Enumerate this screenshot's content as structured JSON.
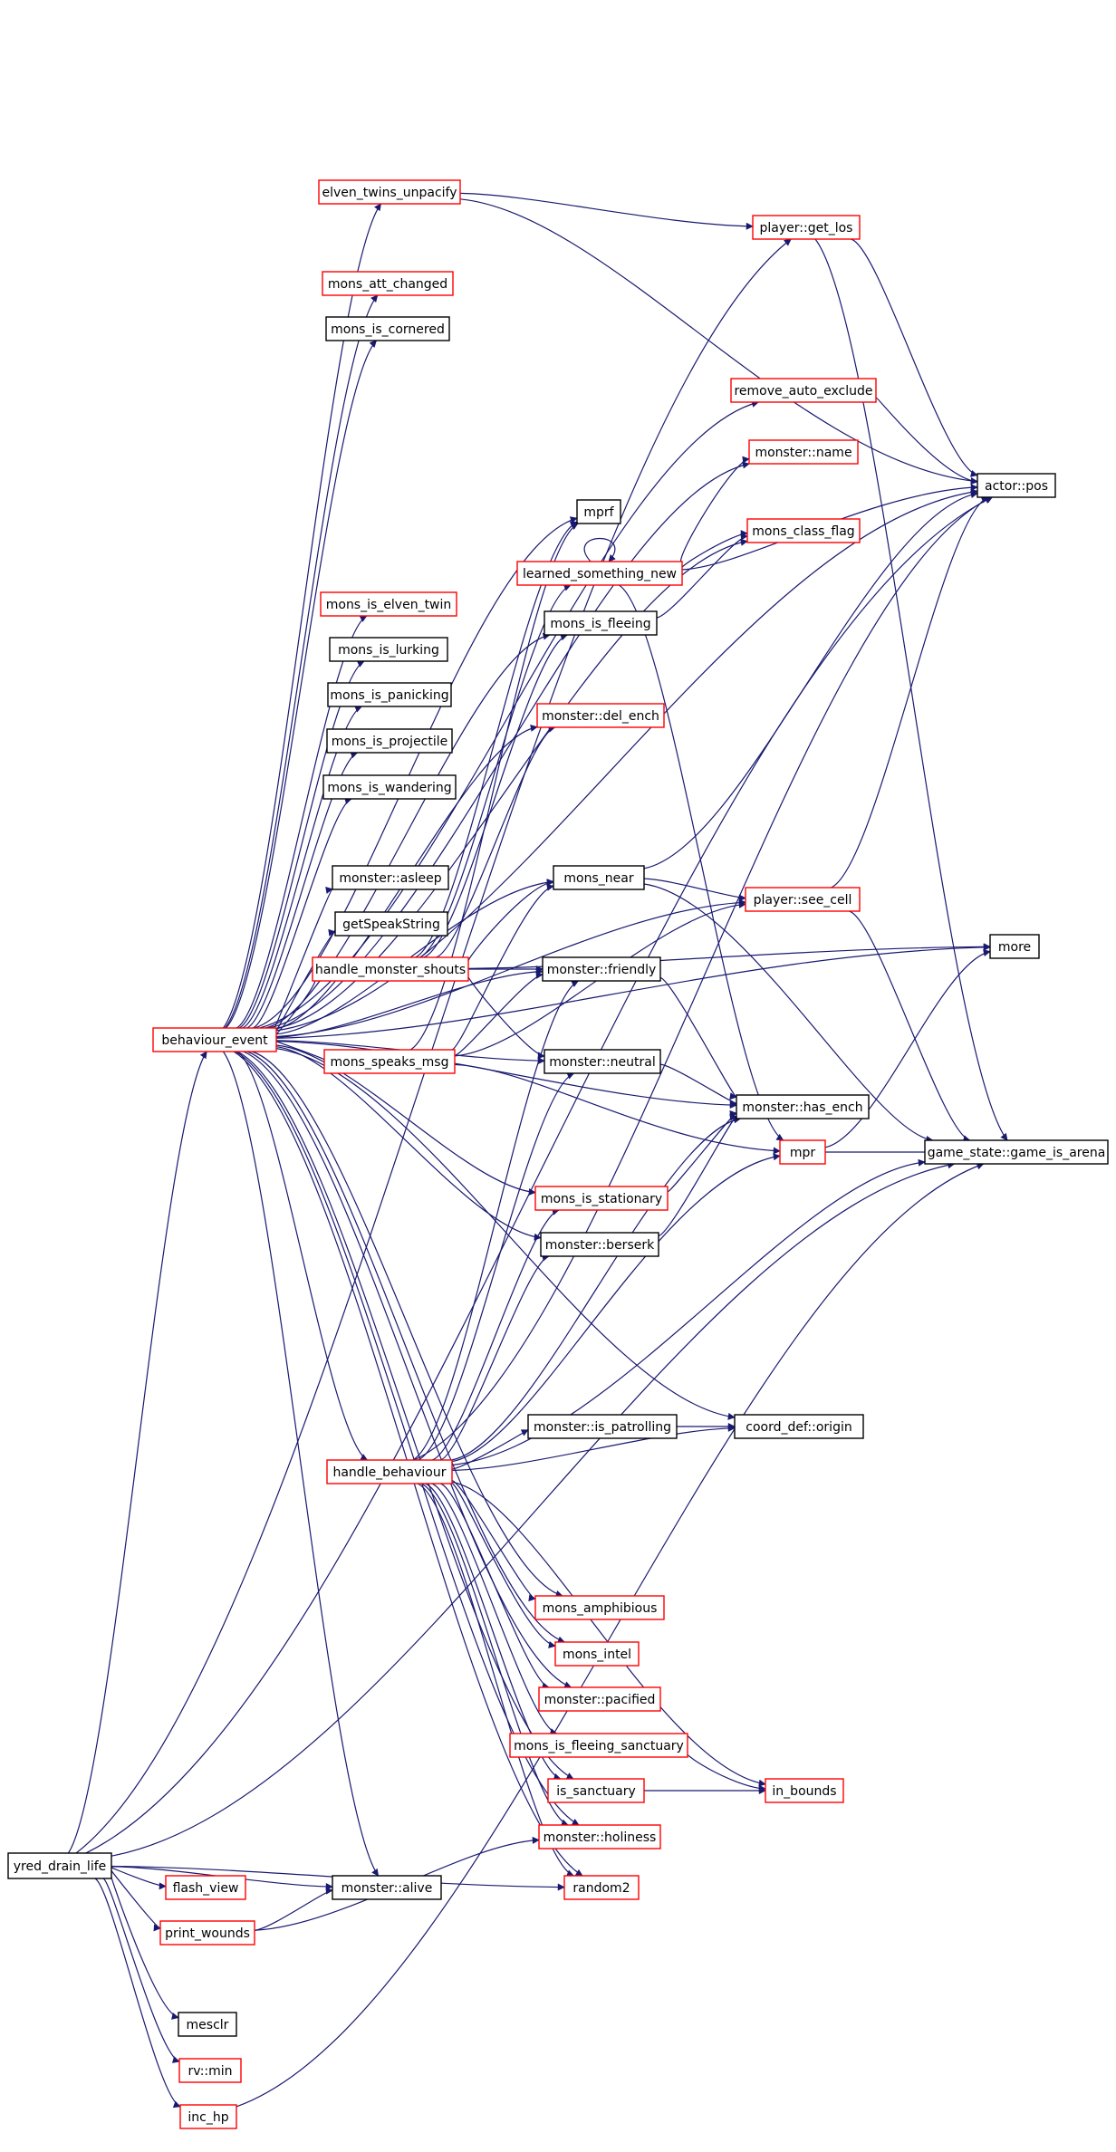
{
  "colors": {
    "edge": "#191970",
    "border_red": "#ff0000",
    "border_black": "#000000",
    "root_fill": "#bfbfbf",
    "background": "#ffffff"
  },
  "nodes": [
    {
      "id": "yred_drain_life",
      "label": "yred_drain_life",
      "style": "root"
    },
    {
      "id": "flash_view",
      "label": "flash_view",
      "style": "red"
    },
    {
      "id": "print_wounds",
      "label": "print_wounds",
      "style": "red"
    },
    {
      "id": "mesclr",
      "label": "mesclr",
      "style": "black"
    },
    {
      "id": "rv_min",
      "label": "rv::min",
      "style": "red"
    },
    {
      "id": "inc_hp",
      "label": "inc_hp",
      "style": "red"
    },
    {
      "id": "behaviour_event",
      "label": "behaviour_event",
      "style": "red"
    },
    {
      "id": "elven_twins_unpacify",
      "label": "elven_twins_unpacify",
      "style": "red"
    },
    {
      "id": "mons_att_changed",
      "label": "mons_att_changed",
      "style": "red"
    },
    {
      "id": "mons_is_cornered",
      "label": "mons_is_cornered",
      "style": "black"
    },
    {
      "id": "mons_is_elven_twin",
      "label": "mons_is_elven_twin",
      "style": "red"
    },
    {
      "id": "mons_is_lurking",
      "label": "mons_is_lurking",
      "style": "black"
    },
    {
      "id": "mons_is_panicking",
      "label": "mons_is_panicking",
      "style": "black"
    },
    {
      "id": "mons_is_projectile",
      "label": "mons_is_projectile",
      "style": "black"
    },
    {
      "id": "mons_is_wandering",
      "label": "mons_is_wandering",
      "style": "black"
    },
    {
      "id": "monster_asleep",
      "label": "monster::asleep",
      "style": "black"
    },
    {
      "id": "getSpeakString",
      "label": "getSpeakString",
      "style": "black"
    },
    {
      "id": "handle_monster_shouts",
      "label": "handle_monster_shouts",
      "style": "red"
    },
    {
      "id": "mons_speaks_msg",
      "label": "mons_speaks_msg",
      "style": "red"
    },
    {
      "id": "handle_behaviour",
      "label": "handle_behaviour",
      "style": "red"
    },
    {
      "id": "monster_alive",
      "label": "monster::alive",
      "style": "black"
    },
    {
      "id": "mprf",
      "label": "mprf",
      "style": "black"
    },
    {
      "id": "learned_something_new",
      "label": "learned_something_new",
      "style": "red"
    },
    {
      "id": "mons_is_fleeing",
      "label": "mons_is_fleeing",
      "style": "black"
    },
    {
      "id": "monster_del_ench",
      "label": "monster::del_ench",
      "style": "red"
    },
    {
      "id": "mons_near",
      "label": "mons_near",
      "style": "black"
    },
    {
      "id": "monster_friendly",
      "label": "monster::friendly",
      "style": "black"
    },
    {
      "id": "monster_neutral",
      "label": "monster::neutral",
      "style": "black"
    },
    {
      "id": "mons_is_stationary",
      "label": "mons_is_stationary",
      "style": "red"
    },
    {
      "id": "monster_berserk",
      "label": "monster::berserk",
      "style": "black"
    },
    {
      "id": "monster_is_patrolling",
      "label": "monster::is_patrolling",
      "style": "black"
    },
    {
      "id": "mons_amphibious",
      "label": "mons_amphibious",
      "style": "red"
    },
    {
      "id": "mons_intel",
      "label": "mons_intel",
      "style": "red"
    },
    {
      "id": "monster_pacified",
      "label": "monster::pacified",
      "style": "red"
    },
    {
      "id": "mons_is_fleeing_sanctuary",
      "label": "mons_is_fleeing_sanctuary",
      "style": "red"
    },
    {
      "id": "is_sanctuary",
      "label": "is_sanctuary",
      "style": "red"
    },
    {
      "id": "monster_holiness",
      "label": "monster::holiness",
      "style": "red"
    },
    {
      "id": "random2",
      "label": "random2",
      "style": "red"
    },
    {
      "id": "player_get_los",
      "label": "player::get_los",
      "style": "red"
    },
    {
      "id": "remove_auto_exclude",
      "label": "remove_auto_exclude",
      "style": "red"
    },
    {
      "id": "monster_name",
      "label": "monster::name",
      "style": "red"
    },
    {
      "id": "mons_class_flag",
      "label": "mons_class_flag",
      "style": "red"
    },
    {
      "id": "player_see_cell",
      "label": "player::see_cell",
      "style": "red"
    },
    {
      "id": "monster_has_ench",
      "label": "monster::has_ench",
      "style": "black"
    },
    {
      "id": "mpr",
      "label": "mpr",
      "style": "red"
    },
    {
      "id": "coord_def_origin",
      "label": "coord_def::origin",
      "style": "black"
    },
    {
      "id": "in_bounds",
      "label": "in_bounds",
      "style": "red"
    },
    {
      "id": "actor_pos",
      "label": "actor::pos",
      "style": "black"
    },
    {
      "id": "more",
      "label": "more",
      "style": "black"
    },
    {
      "id": "game_state_game_is_arena",
      "label": "game_state::game_is_arena",
      "style": "black"
    }
  ],
  "edges": [
    [
      "yred_drain_life",
      "flash_view"
    ],
    [
      "yred_drain_life",
      "print_wounds"
    ],
    [
      "yred_drain_life",
      "mesclr"
    ],
    [
      "yred_drain_life",
      "rv_min"
    ],
    [
      "yred_drain_life",
      "inc_hp"
    ],
    [
      "yred_drain_life",
      "behaviour_event"
    ],
    [
      "yred_drain_life",
      "actor_pos"
    ],
    [
      "yred_drain_life",
      "player_get_los"
    ],
    [
      "yred_drain_life",
      "monster_alive"
    ],
    [
      "yred_drain_life",
      "random2"
    ],
    [
      "yred_drain_life",
      "game_state_game_is_arena"
    ],
    [
      "print_wounds",
      "monster_alive"
    ],
    [
      "print_wounds",
      "monster_holiness"
    ],
    [
      "inc_hp",
      "game_state_game_is_arena"
    ],
    [
      "behaviour_event",
      "elven_twins_unpacify"
    ],
    [
      "behaviour_event",
      "mons_att_changed"
    ],
    [
      "behaviour_event",
      "mons_is_cornered"
    ],
    [
      "behaviour_event",
      "mons_is_elven_twin"
    ],
    [
      "behaviour_event",
      "mons_is_lurking"
    ],
    [
      "behaviour_event",
      "mons_is_panicking"
    ],
    [
      "behaviour_event",
      "mons_is_projectile"
    ],
    [
      "behaviour_event",
      "mons_is_wandering"
    ],
    [
      "behaviour_event",
      "monster_asleep"
    ],
    [
      "behaviour_event",
      "getSpeakString"
    ],
    [
      "behaviour_event",
      "handle_monster_shouts"
    ],
    [
      "behaviour_event",
      "mons_speaks_msg"
    ],
    [
      "behaviour_event",
      "handle_behaviour"
    ],
    [
      "behaviour_event",
      "monster_alive"
    ],
    [
      "behaviour_event",
      "mprf"
    ],
    [
      "behaviour_event",
      "actor_pos"
    ],
    [
      "behaviour_event",
      "remove_auto_exclude"
    ],
    [
      "behaviour_event",
      "monster_name"
    ],
    [
      "behaviour_event",
      "mons_class_flag"
    ],
    [
      "behaviour_event",
      "mons_is_fleeing"
    ],
    [
      "behaviour_event",
      "monster_del_ench"
    ],
    [
      "behaviour_event",
      "mons_near"
    ],
    [
      "behaviour_event",
      "monster_friendly"
    ],
    [
      "behaviour_event",
      "monster_neutral"
    ],
    [
      "behaviour_event",
      "monster_has_ench"
    ],
    [
      "behaviour_event",
      "mons_is_stationary"
    ],
    [
      "behaviour_event",
      "monster_berserk"
    ],
    [
      "behaviour_event",
      "coord_def_origin"
    ],
    [
      "behaviour_event",
      "mons_amphibious"
    ],
    [
      "behaviour_event",
      "mons_intel"
    ],
    [
      "behaviour_event",
      "monster_pacified"
    ],
    [
      "behaviour_event",
      "is_sanctuary"
    ],
    [
      "behaviour_event",
      "monster_holiness"
    ],
    [
      "behaviour_event",
      "random2"
    ],
    [
      "behaviour_event",
      "player_see_cell"
    ],
    [
      "behaviour_event",
      "more"
    ],
    [
      "elven_twins_unpacify",
      "player_get_los"
    ],
    [
      "elven_twins_unpacify",
      "actor_pos"
    ],
    [
      "player_get_los",
      "actor_pos"
    ],
    [
      "player_get_los",
      "game_state_game_is_arena"
    ],
    [
      "remove_auto_exclude",
      "actor_pos"
    ],
    [
      "learned_something_new",
      "monster_name"
    ],
    [
      "learned_something_new",
      "mons_class_flag"
    ],
    [
      "learned_something_new",
      "actor_pos"
    ],
    [
      "learned_something_new",
      "learned_something_new"
    ],
    [
      "learned_something_new",
      "mpr"
    ],
    [
      "mons_is_fleeing",
      "mons_class_flag"
    ],
    [
      "handle_monster_shouts",
      "mprf"
    ],
    [
      "handle_monster_shouts",
      "learned_something_new"
    ],
    [
      "handle_monster_shouts",
      "mons_is_fleeing"
    ],
    [
      "handle_monster_shouts",
      "monster_del_ench"
    ],
    [
      "handle_monster_shouts",
      "mons_near"
    ],
    [
      "handle_monster_shouts",
      "monster_friendly"
    ],
    [
      "handle_monster_shouts",
      "monster_neutral"
    ],
    [
      "handle_monster_shouts",
      "more"
    ],
    [
      "mons_speaks_msg",
      "mprf"
    ],
    [
      "mons_speaks_msg",
      "monster_friendly"
    ],
    [
      "mons_speaks_msg",
      "mpr"
    ],
    [
      "mons_speaks_msg",
      "mons_near"
    ],
    [
      "mons_speaks_msg",
      "player_see_cell"
    ],
    [
      "mons_near",
      "actor_pos"
    ],
    [
      "mons_near",
      "player_see_cell"
    ],
    [
      "mons_near",
      "game_state_game_is_arena"
    ],
    [
      "player_see_cell",
      "actor_pos"
    ],
    [
      "player_see_cell",
      "game_state_game_is_arena"
    ],
    [
      "monster_friendly",
      "monster_has_ench"
    ],
    [
      "monster_neutral",
      "monster_has_ench"
    ],
    [
      "mons_is_stationary",
      "monster_has_ench"
    ],
    [
      "monster_berserk",
      "monster_has_ench"
    ],
    [
      "mpr",
      "game_state_game_is_arena"
    ],
    [
      "mpr",
      "more"
    ],
    [
      "monster_is_patrolling",
      "coord_def_origin"
    ],
    [
      "handle_behaviour",
      "monster_friendly"
    ],
    [
      "handle_behaviour",
      "monster_neutral"
    ],
    [
      "handle_behaviour",
      "mons_is_stationary"
    ],
    [
      "handle_behaviour",
      "monster_berserk"
    ],
    [
      "handle_behaviour",
      "monster_is_patrolling"
    ],
    [
      "handle_behaviour",
      "coord_def_origin"
    ],
    [
      "handle_behaviour",
      "monster_has_ench"
    ],
    [
      "handle_behaviour",
      "mpr"
    ],
    [
      "handle_behaviour",
      "actor_pos"
    ],
    [
      "handle_behaviour",
      "game_state_game_is_arena"
    ],
    [
      "handle_behaviour",
      "mons_amphibious"
    ],
    [
      "handle_behaviour",
      "mons_intel"
    ],
    [
      "handle_behaviour",
      "monster_pacified"
    ],
    [
      "handle_behaviour",
      "mons_is_fleeing_sanctuary"
    ],
    [
      "handle_behaviour",
      "is_sanctuary"
    ],
    [
      "handle_behaviour",
      "monster_holiness"
    ],
    [
      "handle_behaviour",
      "random2"
    ],
    [
      "handle_behaviour",
      "in_bounds"
    ],
    [
      "mons_is_fleeing_sanctuary",
      "in_bounds"
    ],
    [
      "is_sanctuary",
      "in_bounds"
    ]
  ]
}
